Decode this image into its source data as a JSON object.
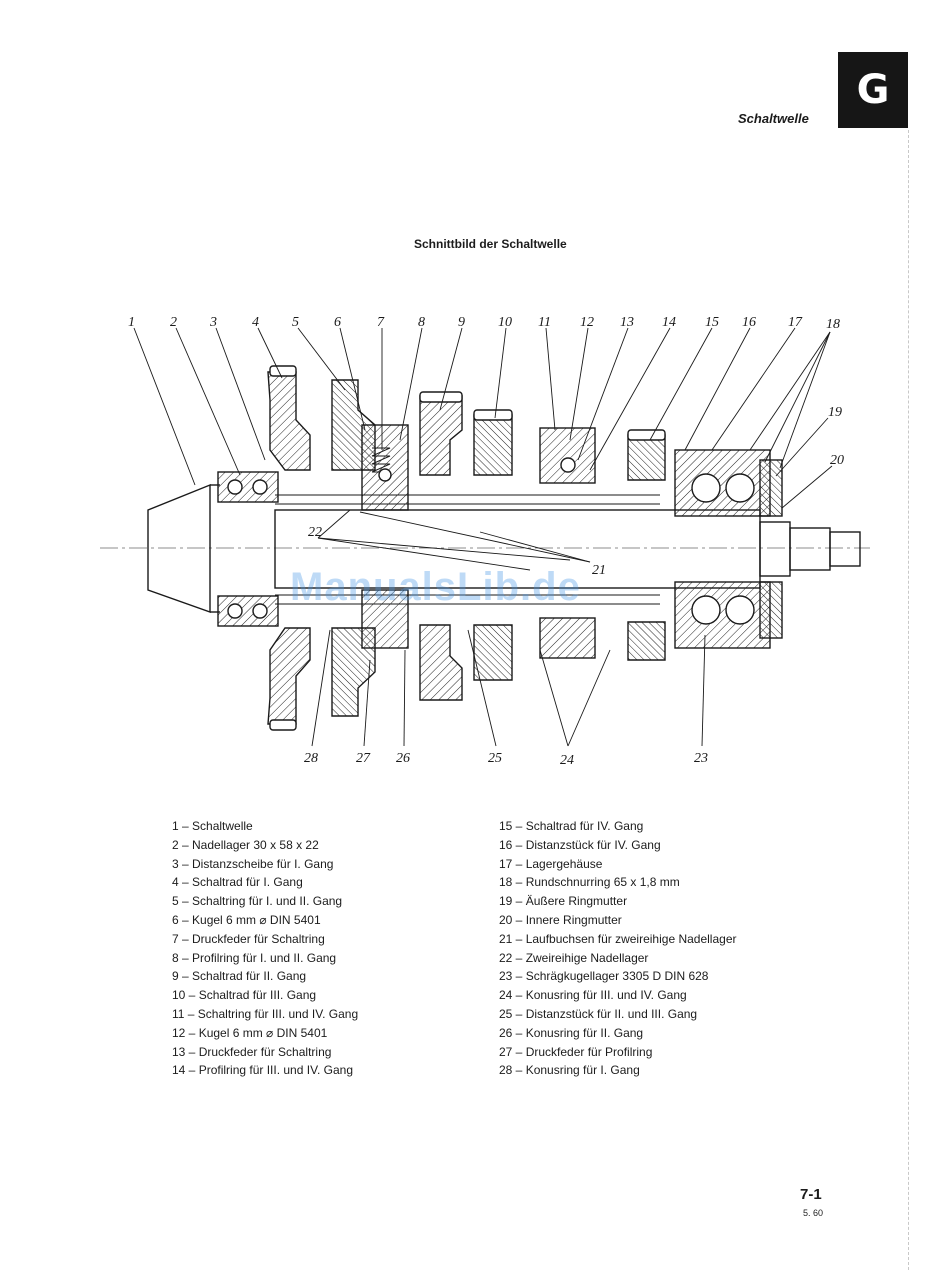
{
  "header": {
    "section_letter": "G",
    "section_title": "Schaltwelle"
  },
  "figure": {
    "caption": "Schnittbild der Schaltwelle",
    "callouts_top": [
      "1",
      "2",
      "3",
      "4",
      "5",
      "6",
      "7",
      "8",
      "9",
      "10",
      "11",
      "12",
      "13",
      "14",
      "15",
      "16",
      "17",
      "18",
      "19",
      "20"
    ],
    "callouts_bottom": [
      "28",
      "27",
      "26",
      "25",
      "24",
      "23"
    ],
    "callout_inner_22": "22",
    "callout_inner_21": "21"
  },
  "legend": {
    "left": [
      "1 – Schaltwelle",
      "2 – Nadellager 30 x 58 x 22",
      "3 – Distanzscheibe für I. Gang",
      "4 – Schaltrad für I. Gang",
      "5 – Schaltring für I. und II. Gang",
      "6 – Kugel 6 mm ⌀ DIN 5401",
      "7 – Druckfeder für Schaltring",
      "8 – Profilring für I. und II. Gang",
      "9 – Schaltrad für II. Gang",
      "10 – Schaltrad für III. Gang",
      "11 – Schaltring für III. und IV. Gang",
      "12 – Kugel 6 mm ⌀ DIN 5401",
      "13 – Druckfeder für Schaltring",
      "14 – Profilring für III. und IV. Gang"
    ],
    "right": [
      "15 – Schaltrad für IV. Gang",
      "16 – Distanzstück für IV. Gang",
      "17 – Lagergehäuse",
      "18 – Rundschnurring 65 x 1,8 mm",
      "19 – Äußere Ringmutter",
      "20 – Innere Ringmutter",
      "21 – Laufbuchsen für zweireihige Nadellager",
      "22 – Zweireihige Nadellager",
      "23 – Schrägkugellager 3305 D  DIN 628",
      "24 – Konusring für III. und IV. Gang",
      "25 – Distanzstück für II. und III. Gang",
      "26 – Konusring für II. Gang",
      "27 – Druckfeder für Profilring",
      "28 – Konusring für I. Gang"
    ]
  },
  "footer": {
    "page_number": "7-1",
    "date": "5. 60"
  },
  "watermark": "ManualsLib.de"
}
